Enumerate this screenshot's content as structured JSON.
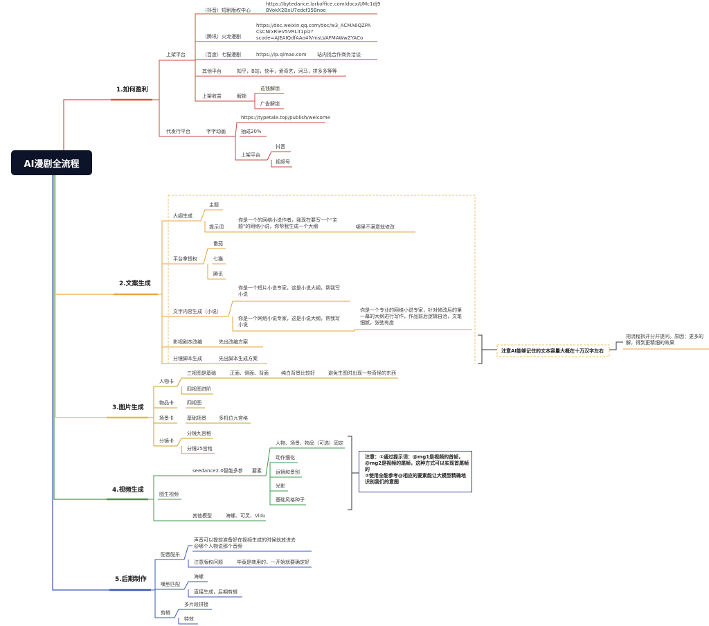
{
  "root": "AI漫剧全流程",
  "colors": {
    "profit": "#e24b3b",
    "text": "#f0a63a",
    "image": "#e6c02e",
    "video": "#3a9a4e",
    "post": "#3a55b8",
    "root": "#0d1329"
  },
  "s1": {
    "title": "1.如何盈利",
    "shelf": "上架平台",
    "dy": "（抖音）短剧版权中心",
    "dy_url": "https://bytedance.larkoffice.com/docx/UMc1dj9\nBVokX2BxU7edcf35Bnoe",
    "tx": "（腾讯）火龙漫剧",
    "tx_url": "https://doc.weixin.qq.com/doc/w3_ACMA6QZPA\nCsCNrxRleV5VRLit1piz?\nscode=AJEAIQdfAAo4lVmsLVAFMAWwZYACo",
    "bd": "（百度）七猫漫剧",
    "bd_url": "https://ip.qimao.com",
    "bd_note": "站内找合作商务洽谈",
    "other": "其他平台",
    "other_v": "知乎，B站，快手，爱奇艺，河马，拼多多等等",
    "income": "上架收益",
    "unlock": "解锁",
    "spend": "花钱解锁",
    "ad": "广告解锁",
    "agent": "代发行平台",
    "zz": "字字动画",
    "zz_url": "https://typetale.top/publish/welcome",
    "cut": "抽成20%",
    "shelf2": "上架平台",
    "douyin": "抖音",
    "shipin": "视频号"
  },
  "s2": {
    "title": "2.文案生成",
    "outline": "大纲生成",
    "theme": "主题",
    "prompt": "提示词",
    "prompt_v": "你是一个的网络小说作者，我现在要写一个\"主\n题\"的网络小说，你帮我生成一个大纲",
    "prompt_n": "哪里不满意就修改",
    "auth": "平台拿授权",
    "fq": "番茄",
    "qm": "七猫",
    "tx": "腾讯",
    "content": "文字内容生成（小说）",
    "c1": "你是一个短片小说专家，这是小说大纲，帮我写\n小说",
    "c2": "你是一个网络小说专家，这是小说大纲，帮我写\n小说",
    "c3": "你是一个专业的网络小说专家，针对修改后的第\n一幕的大纲进行写作，作品前后逻辑自洽，文笔\n细腻，张弛有度",
    "adapt": "影视剧本改编",
    "adapt_v": "先出改编方案",
    "storyboard": "分镜脚本生成",
    "storyboard_v": "先出脚本生成方案",
    "note": "注意AI能够记住的文本容量大概在十万汉字左右",
    "note2": "把流程拆开分开提问。原因：更多的\n解，得到更精细的效果"
  },
  "s3": {
    "title": "3.图片生成",
    "char": "人物卡",
    "three": "三视图是基础",
    "views": "正面、侧面、背面",
    "bg": "纯白背景比较好",
    "avoid": "避免生图时出现一些奇怪的东西",
    "four": "四视图进阶",
    "item": "物品卡",
    "item_v": "四视图",
    "scene": "场景卡",
    "scene_v": "基础场景",
    "scene_n": "多机位九宫格",
    "shot": "分镜卡",
    "shot9": "分镜九宫格",
    "shot25": "分镜25宫格"
  },
  "s4": {
    "title": "4.视频生成",
    "i2v": "图生视频",
    "seed": "seedance2.0智能多参",
    "elem": "要素",
    "e1": "人物、场景、物品（可选）固定",
    "e2": "动作细化",
    "e3": "运镜和景别",
    "e4": "光影",
    "e5": "基础风格种子",
    "other": "其他模型",
    "other_v": "海螺、可灵、Vidu",
    "note": "注意：①通过提示词：@mg1是视频的首帧，\n@mg2是视频的尾帧，这种方式可以实现首尾帧\n的\n②使用全能参考@相应的要素能让大模型精确地\n识别我们的意图"
  },
  "s5": {
    "title": "5.后期制作",
    "dub": "配音配乐",
    "dub_v": "声音可以提前准备好在视频生成的时候就放进去\n@哪个人物说那个音频",
    "copyright": "注意版权问题",
    "copyright_v": "毕竟是商用的，一开始就要确定好",
    "lip": "嘴型匹配",
    "hailuo": "海螺",
    "direct": "直接生成，后期剪辑",
    "edit": "剪辑",
    "multi": "多片段拼接",
    "fx": "特效"
  }
}
